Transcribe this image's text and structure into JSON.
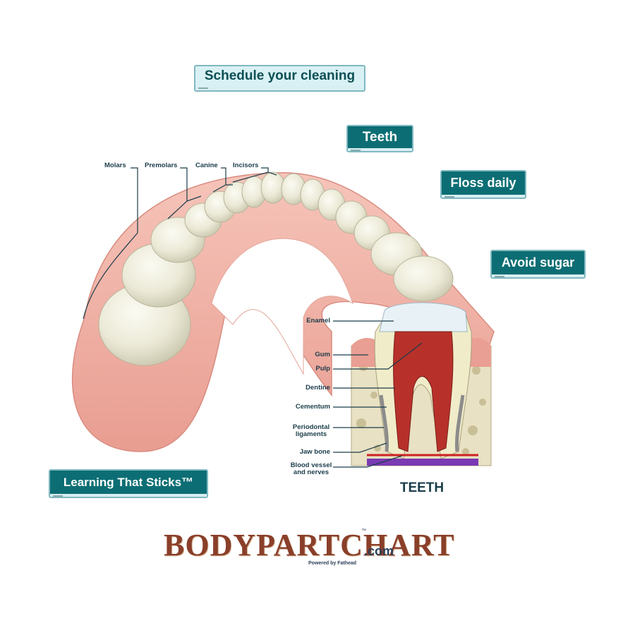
{
  "decals": {
    "schedule": "Schedule your cleaning",
    "teeth": "Teeth",
    "floss": "Floss daily",
    "sugar": "Avoid sugar",
    "learning": "Learning That Sticks™"
  },
  "jaw_labels": {
    "molars": "Molars",
    "premolars": "Premolars",
    "canine": "Canine",
    "incisors": "Incisors"
  },
  "section_labels": {
    "enamel": "Enamel",
    "gum": "Gum",
    "pulp": "Pulp",
    "dentine": "Dentine",
    "cementum": "Cementum",
    "periodontal": "Periodontal ligaments",
    "jaw_bone": "Jaw bone",
    "blood_vessel": "Blood vessel and nerves",
    "section_title": "TEETH"
  },
  "brand": {
    "wordmark": "BODYPARTCHART",
    "domain": ".com",
    "powered_by": "Powered by Fathead",
    "tm": "™"
  },
  "colors": {
    "decal_teal": "#0c6e74",
    "gum_pink": "#f1b3a8",
    "tooth_ivory": "#efeedd",
    "label_text": "#1b3d4a"
  }
}
